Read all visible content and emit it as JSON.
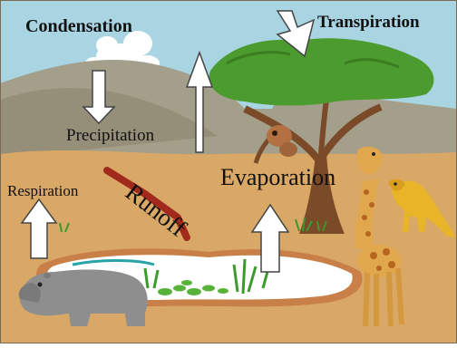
{
  "labels": {
    "condensation": "Condensation",
    "transpiration": "Transpiration",
    "precipitation": "Precipitation",
    "respiration": "Respiration",
    "runoff": "Runoff",
    "evaporation": "Evaporation"
  },
  "colors": {
    "sky": "#a9d4e2",
    "ground": "#d9a866",
    "hills": "#a39f8b",
    "pond": "#ffffff",
    "mud": "#c88048",
    "foliage": "#4b9b2e",
    "trunk": "#7b4a28",
    "arrow_fill": "#ffffff",
    "arrow_outline": "#444444",
    "runoff_stream": "#a22a1c"
  }
}
